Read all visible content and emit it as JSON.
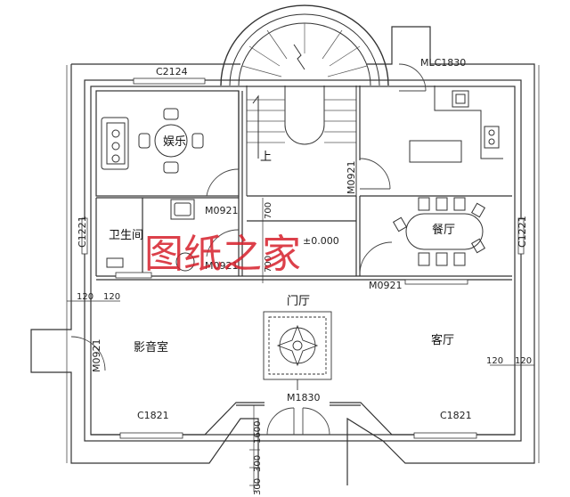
{
  "rooms": {
    "entertainment": "娱乐",
    "bathroom": "卫生间",
    "dining": "餐厅",
    "foyer": "门厅",
    "theater": "影音室",
    "living": "客厅"
  },
  "stair": {
    "up_label": "上",
    "level": "±0.000"
  },
  "windows": {
    "top": "C2124",
    "left_upper": "C1221",
    "right_side": "C1221",
    "bottom_left": "C1821",
    "bottom_right": "C1821",
    "kitchen_door": "MLC1830"
  },
  "doors": {
    "bath_upper": "M0921",
    "bath_lower": "M0921",
    "stair_side": "M0921",
    "dining_lower": "M0921",
    "theater": "M0921",
    "main_entrance": "M1830"
  },
  "dimensions": {
    "left_a": "120",
    "left_b": "120",
    "right_a": "120",
    "right_b": "120",
    "stair_700": "700",
    "stair_700b": "700",
    "porch_1600": "1600",
    "porch_300a": "300",
    "porch_300b": "300"
  },
  "watermark": "图纸之家"
}
